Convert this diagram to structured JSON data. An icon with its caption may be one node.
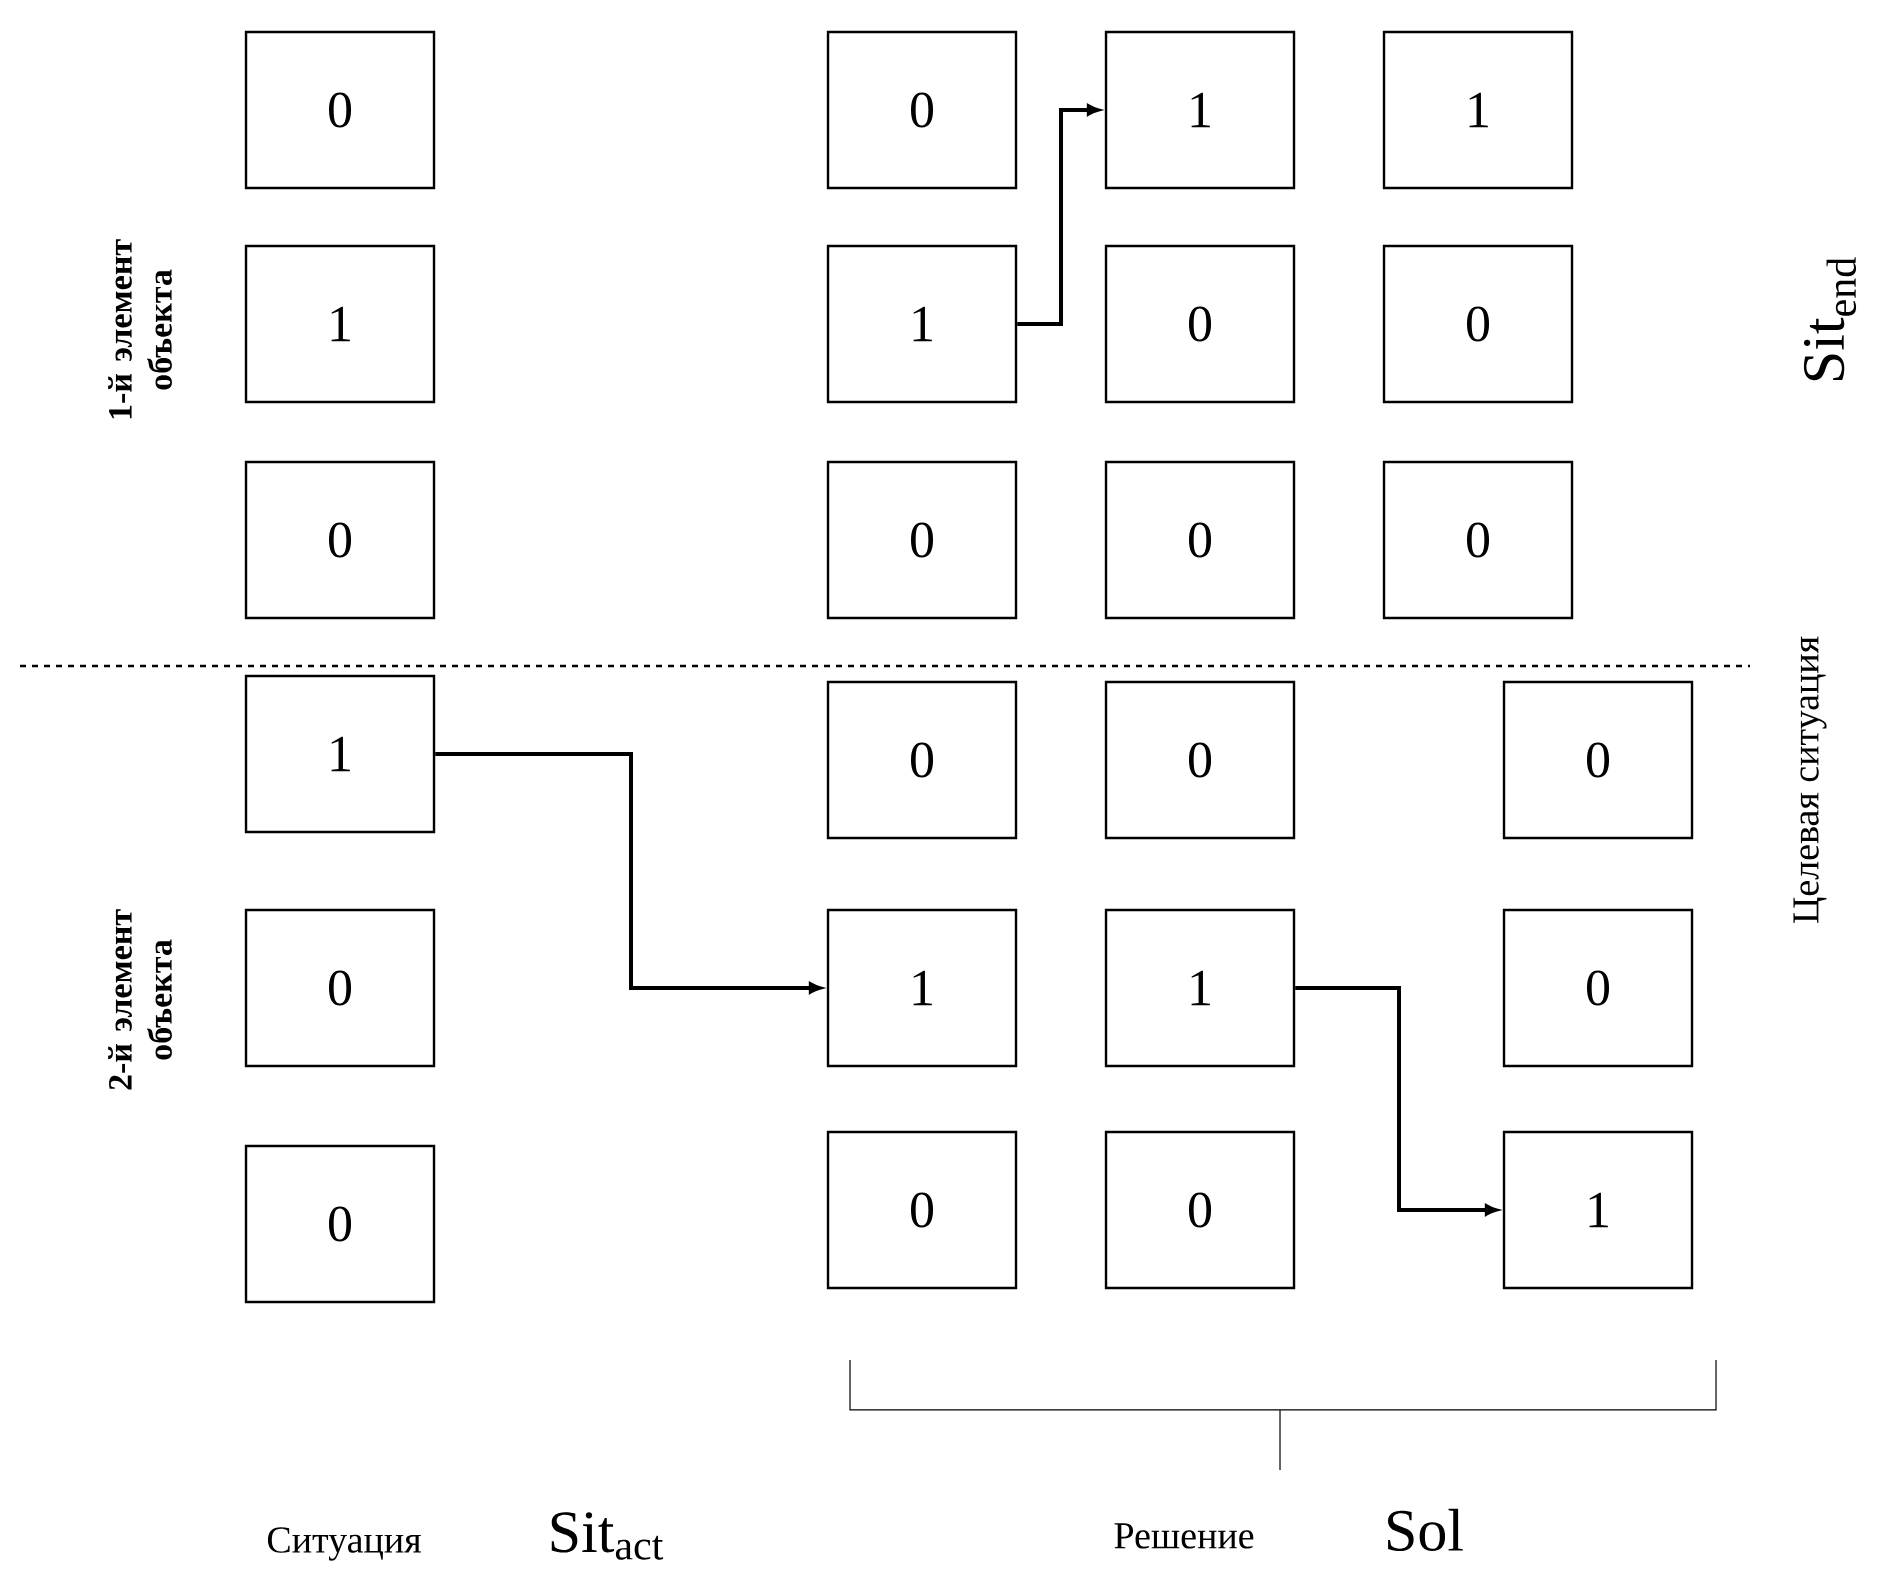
{
  "diagram": {
    "nodes": [
      {
        "text": [
          "0"
        ]
      },
      {
        "text": [
          "0"
        ]
      },
      {
        "text": [
          "1"
        ]
      },
      {
        "text": [
          "1"
        ]
      },
      {
        "text": [
          "1"
        ]
      },
      {
        "text": [
          "1"
        ]
      },
      {
        "text": [
          "0"
        ]
      },
      {
        "text": [
          "0"
        ]
      },
      {
        "text": [
          "0"
        ]
      },
      {
        "text": [
          "0"
        ]
      },
      {
        "text": [
          "0"
        ]
      },
      {
        "text": [
          "0"
        ]
      },
      {
        "text": [
          "1"
        ]
      },
      {
        "text": [
          "0"
        ]
      },
      {
        "text": [
          "0"
        ]
      },
      {
        "text": [
          "0"
        ]
      },
      {
        "text": [
          "0"
        ]
      },
      {
        "text": [
          "1"
        ]
      },
      {
        "text": [
          "1"
        ]
      },
      {
        "text": [
          "0"
        ]
      },
      {
        "text": [
          "0"
        ]
      },
      {
        "text": [
          "0"
        ]
      },
      {
        "text": [
          "0"
        ]
      },
      {
        "text": [
          "1"
        ]
      }
    ],
    "edges": [
      {
        "from": 5,
        "to": 2,
        "arrow": "to"
      },
      {
        "from": 12,
        "to": 17,
        "arrow": "to"
      },
      {
        "from": 18,
        "to": 23,
        "arrow": "to"
      }
    ],
    "labels": [
      "1-й элемент объекта",
      "Sit$_{end}$",
      "Целевая ситуация",
      "2-й элемент объекта",
      "Ситуация",
      "Sit$_{act}$",
      "Решение",
      "Sol"
    ]
  }
}
